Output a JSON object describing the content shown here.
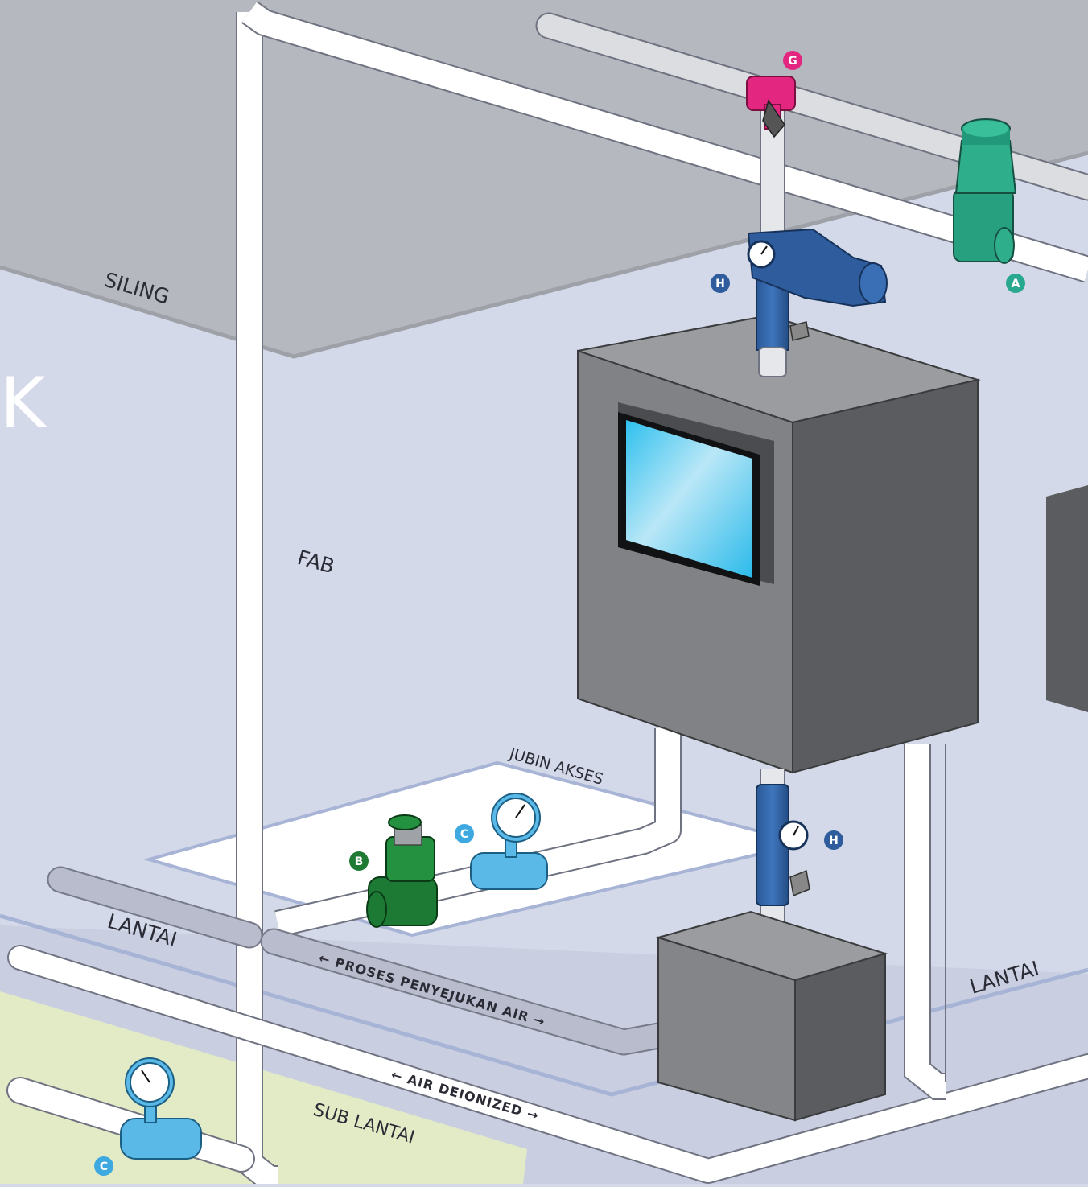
{
  "labels": {
    "ceiling": "SILING",
    "fab": "FAB",
    "access_tile": "JUBIN AKSES",
    "floor_left": "LANTAI",
    "floor_right": "LANTAI",
    "sub_floor": "SUB LANTAI",
    "cooling_pipe": "← PROSES PENYEJUKAN AIR →",
    "deionized_pipe": "← AIR DEIONIZED →",
    "edge_letter": "K"
  },
  "badges": {
    "a": "A",
    "b": "B",
    "c_top": "C",
    "c_bottom": "C",
    "g": "G",
    "h_top": "H",
    "h_mid": "H"
  },
  "colors": {
    "ceiling": "#b5b8be",
    "wall": "#d3d9e8",
    "floor": "#c9cfe1",
    "subfloor": "#e3ebc6",
    "pipe": "#ffffff",
    "pipe_gray": "#c6cad6",
    "cabinet": "#7e8083",
    "screen": "#5fd2f2",
    "badge_a": "#27a88f",
    "badge_b": "#1f7a34",
    "badge_c": "#3ea9e0",
    "badge_g": "#e3267f",
    "badge_h": "#2e5c9c"
  },
  "components": {
    "a": "green-pressure-regulator",
    "b": "green-valve",
    "c": "blue-pressure-gauge",
    "g": "magenta-tee-fitting",
    "h": "blue-regulator-with-gauge"
  }
}
